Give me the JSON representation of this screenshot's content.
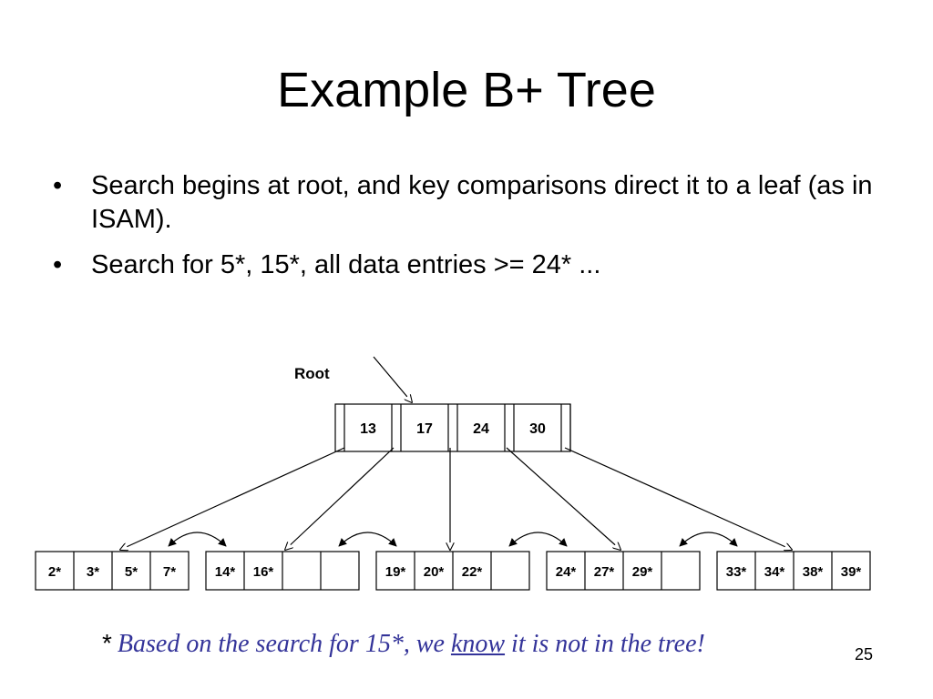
{
  "slide": {
    "title": "Example B+ Tree",
    "number": "25"
  },
  "bullets": [
    {
      "marker": "•",
      "text": "Search begins at root, and key comparisons direct it to a leaf (as in ISAM)."
    },
    {
      "marker": "•",
      "text": "Search for 5*, 15*, all data entries >= 24* ..."
    }
  ],
  "tree": {
    "root_label": "Root",
    "root_keys": [
      "13",
      "17",
      "24",
      "30"
    ],
    "leaves": [
      [
        "2*",
        "3*",
        "5*",
        "7*"
      ],
      [
        "14*",
        "16*",
        "",
        ""
      ],
      [
        "19*",
        "20*",
        "22*",
        ""
      ],
      [
        "24*",
        "27*",
        "29*",
        ""
      ],
      [
        "33*",
        "34*",
        "38*",
        "39*"
      ]
    ]
  },
  "note": {
    "star": "*",
    "part1": "Based on the search for 15*, we ",
    "underlined": "know",
    "part2": " it is not in the tree!"
  }
}
